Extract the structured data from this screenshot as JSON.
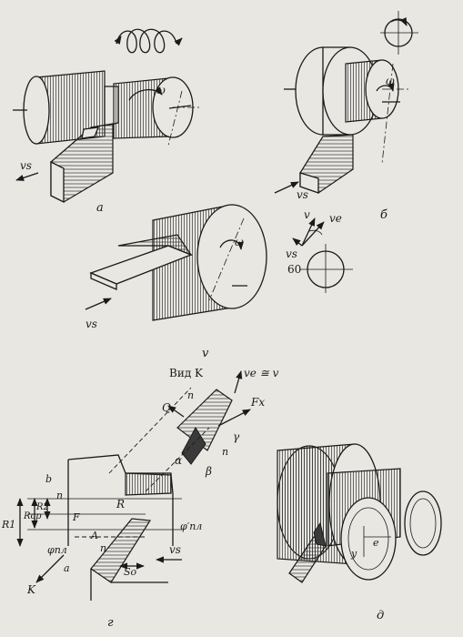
{
  "labels": {
    "a": "а",
    "b": "б",
    "v": "v",
    "g": "г",
    "d": "д",
    "omega": "ω",
    "vs": "vs",
    "ve": "ve",
    "sixty": "60",
    "vid_k": "Вид K",
    "ve_eq_v": "ve ≅ v",
    "n": "n",
    "Q": "Q",
    "Fx": "Fx",
    "gamma": "γ",
    "alpha": "α",
    "beta": "β",
    "R": "R",
    "R1": "R1",
    "Rcp": "Rср",
    "R2": "R2",
    "A": "A",
    "phi_pl": "φпл",
    "phi_pl_prime": "φ′пл",
    "So": "Sо",
    "a_small": "a",
    "b_small": "b",
    "K": "K",
    "e": "e",
    "y": "y",
    "F_small": "F"
  }
}
